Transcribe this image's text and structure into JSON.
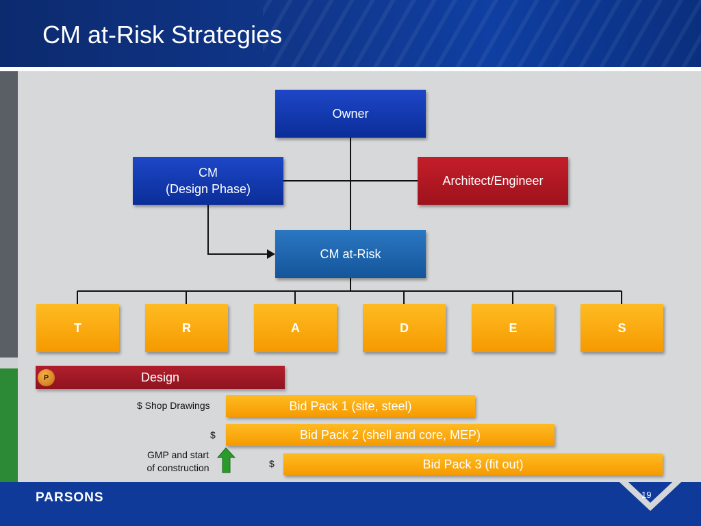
{
  "slide": {
    "title": "CM at-Risk Strategies",
    "page_number": "19",
    "logo": "PARSONS"
  },
  "org": {
    "owner": "Owner",
    "cm_design": [
      "CM",
      "(Design Phase)"
    ],
    "architect": "Architect/Engineer",
    "cm_at_risk": "CM at-Risk",
    "trades": [
      "T",
      "R",
      "A",
      "D",
      "E",
      "S"
    ]
  },
  "schedule": {
    "design": {
      "badge": "P",
      "label": "Design"
    },
    "bid1": {
      "label": "Bid Pack 1 (site, steel)",
      "prefix": "$ Shop Drawings"
    },
    "bid2": {
      "label": "Bid Pack 2 (shell and core, MEP)",
      "prefix": "$"
    },
    "bid3": {
      "label": "Bid Pack 3 (fit out)",
      "prefix": "$"
    },
    "gmp": [
      "GMP and start",
      "of construction"
    ]
  },
  "colors": {
    "blue": "#0a2d98",
    "red": "#9e121c",
    "orange": "#f59a00",
    "green": "#2c8a36",
    "footer": "#0f3a9a"
  }
}
